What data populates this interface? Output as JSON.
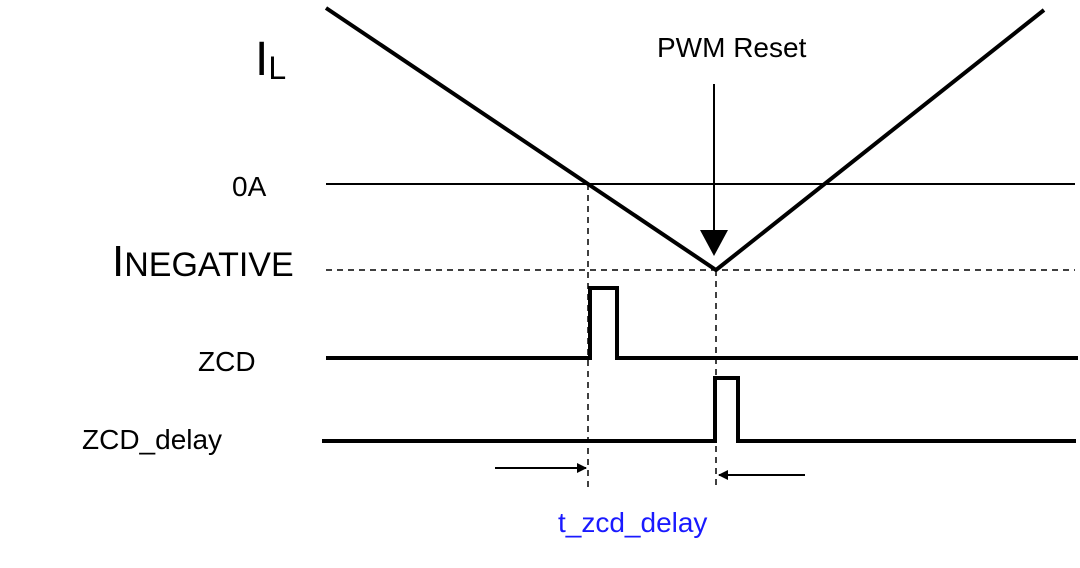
{
  "labels": {
    "il_main": "I",
    "il_sub": "L",
    "zero_amp": "0A",
    "inegative_main": "I",
    "inegative_sub": "NEGATIVE",
    "pwm_reset": "PWM Reset",
    "zcd": "ZCD",
    "zcd_delay": "ZCD_delay",
    "t_zcd_delay": "t_zcd_delay"
  },
  "colors": {
    "line": "#000000",
    "annotation": "#1a1aff",
    "background": "#ffffff"
  }
}
